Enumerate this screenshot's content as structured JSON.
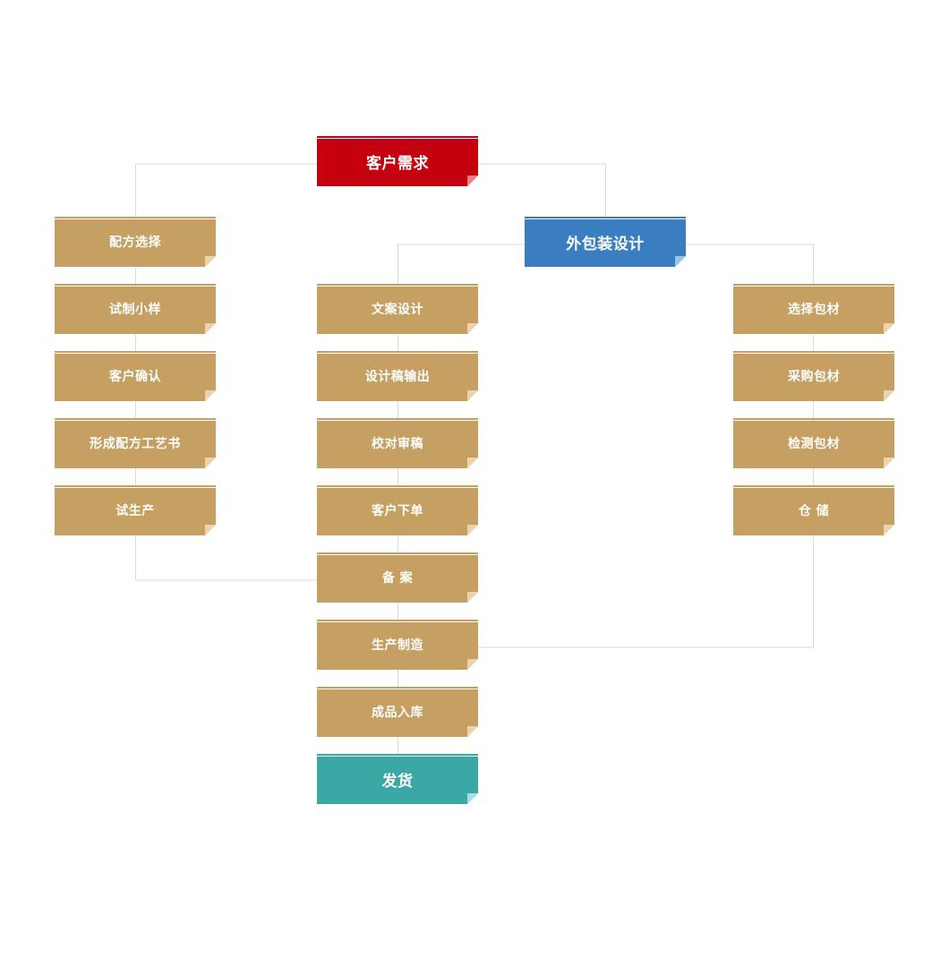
{
  "colors": {
    "root": "#c5000f",
    "root_fold": "#f07c86",
    "branch": "#3a7ec1",
    "branch_fold": "#9cc3ea",
    "step": "#c69f63",
    "step_fold": "#ecd3ab",
    "final": "#3ca8a6",
    "final_fold": "#a8dfdd",
    "connector": "#d9d9d9"
  },
  "root": {
    "label": "客户需求"
  },
  "package_branch": {
    "label": "外包装设计"
  },
  "formula_steps": [
    {
      "label": "配方选择"
    },
    {
      "label": "试制小样"
    },
    {
      "label": "客户确认"
    },
    {
      "label": "形成配方工艺书"
    },
    {
      "label": "试生产"
    }
  ],
  "design_steps": [
    {
      "label": "文案设计"
    },
    {
      "label": "设计稿输出"
    },
    {
      "label": "校对审稿"
    },
    {
      "label": "客户下单"
    }
  ],
  "material_steps": [
    {
      "label": "选择包材"
    },
    {
      "label": "采购包材"
    },
    {
      "label": "检测包材"
    },
    {
      "label": "仓 储"
    }
  ],
  "production_steps": [
    {
      "label": "备 案"
    },
    {
      "label": "生产制造"
    },
    {
      "label": "成品入库"
    }
  ],
  "final": {
    "label": "发货"
  }
}
